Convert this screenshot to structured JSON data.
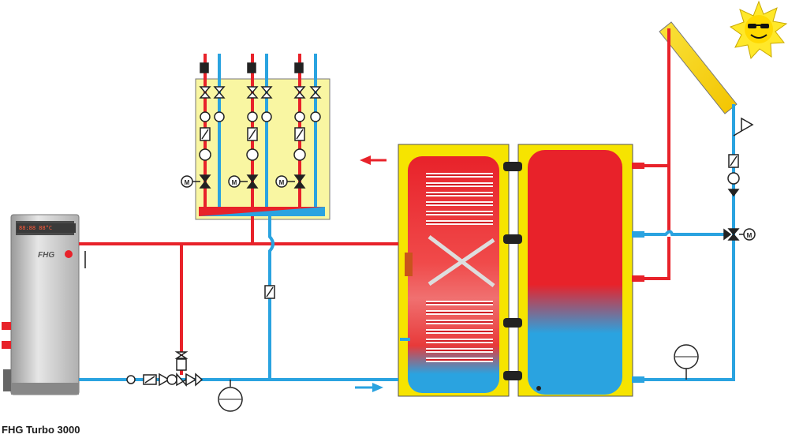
{
  "caption": "FHG Turbo 3000",
  "boiler": {
    "brand": "FHG",
    "display": "88:88 88°C"
  },
  "labels": {
    "motor": "M"
  },
  "colors": {
    "hot": "#e8222a",
    "cold": "#2aa3e0",
    "panel": "#f9f6a2",
    "insulation": "#f6e400",
    "tank_red": "#e8222a",
    "tank_blue": "#2aa3e0",
    "sun": "#ffe82a"
  }
}
